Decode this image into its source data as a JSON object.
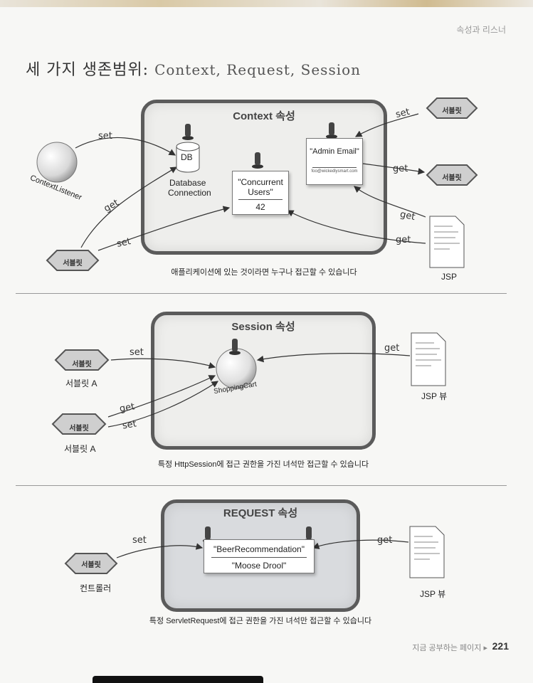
{
  "page": {
    "header": "속성과 리스너",
    "title_main": "세 가지 생존범위: ",
    "title_scopes": "Context, Request, Session",
    "footer_text": "지금 공부하는 페이지 ▸",
    "page_number": "221"
  },
  "context": {
    "title": "Context 속성",
    "listener_label": "ContextListener",
    "db_label": "DB",
    "db_caption_line1": "Database",
    "db_caption_line2": "Connection",
    "users_line1": "\"Concurrent",
    "users_line2": "Users\"",
    "users_value": "42",
    "admin_label": "\"Admin Email\"",
    "admin_value": "foo@wickedlysmart.com",
    "servlet_text": "서블릿",
    "jsp_label": "JSP",
    "set": "set",
    "get": "get",
    "caption": "애플리케이션에 있는 것이라면 누구나 접근할 수 있습니다"
  },
  "session": {
    "title": "Session 속성",
    "cart_label": "ShoppingCart",
    "servlet_text": "서블릿",
    "servlet_a_label": "서블릿 A",
    "jsp_label": "JSP 뷰",
    "set": "set",
    "get": "get",
    "caption": "특정 HttpSession에 접근 권한을 가진 녀석만 접근할 수 있습니다"
  },
  "request": {
    "title": "REQUEST 속성",
    "attr_name": "\"BeerRecommendation\"",
    "attr_value": "\"Moose Drool\"",
    "servlet_text": "서블릿",
    "controller_label": "컨트롤러",
    "jsp_label": "JSP 뷰",
    "set": "set",
    "get": "get",
    "caption": "특정 ServletRequest에 접근 권한을 가진 녀석만 접근할 수 있습니다"
  },
  "colors": {
    "panel_border": "#5b5b5b",
    "panel_bg": "#eeeeec",
    "request_bg": "#d9dbde",
    "servlet_fill": "#cfcfcf"
  }
}
